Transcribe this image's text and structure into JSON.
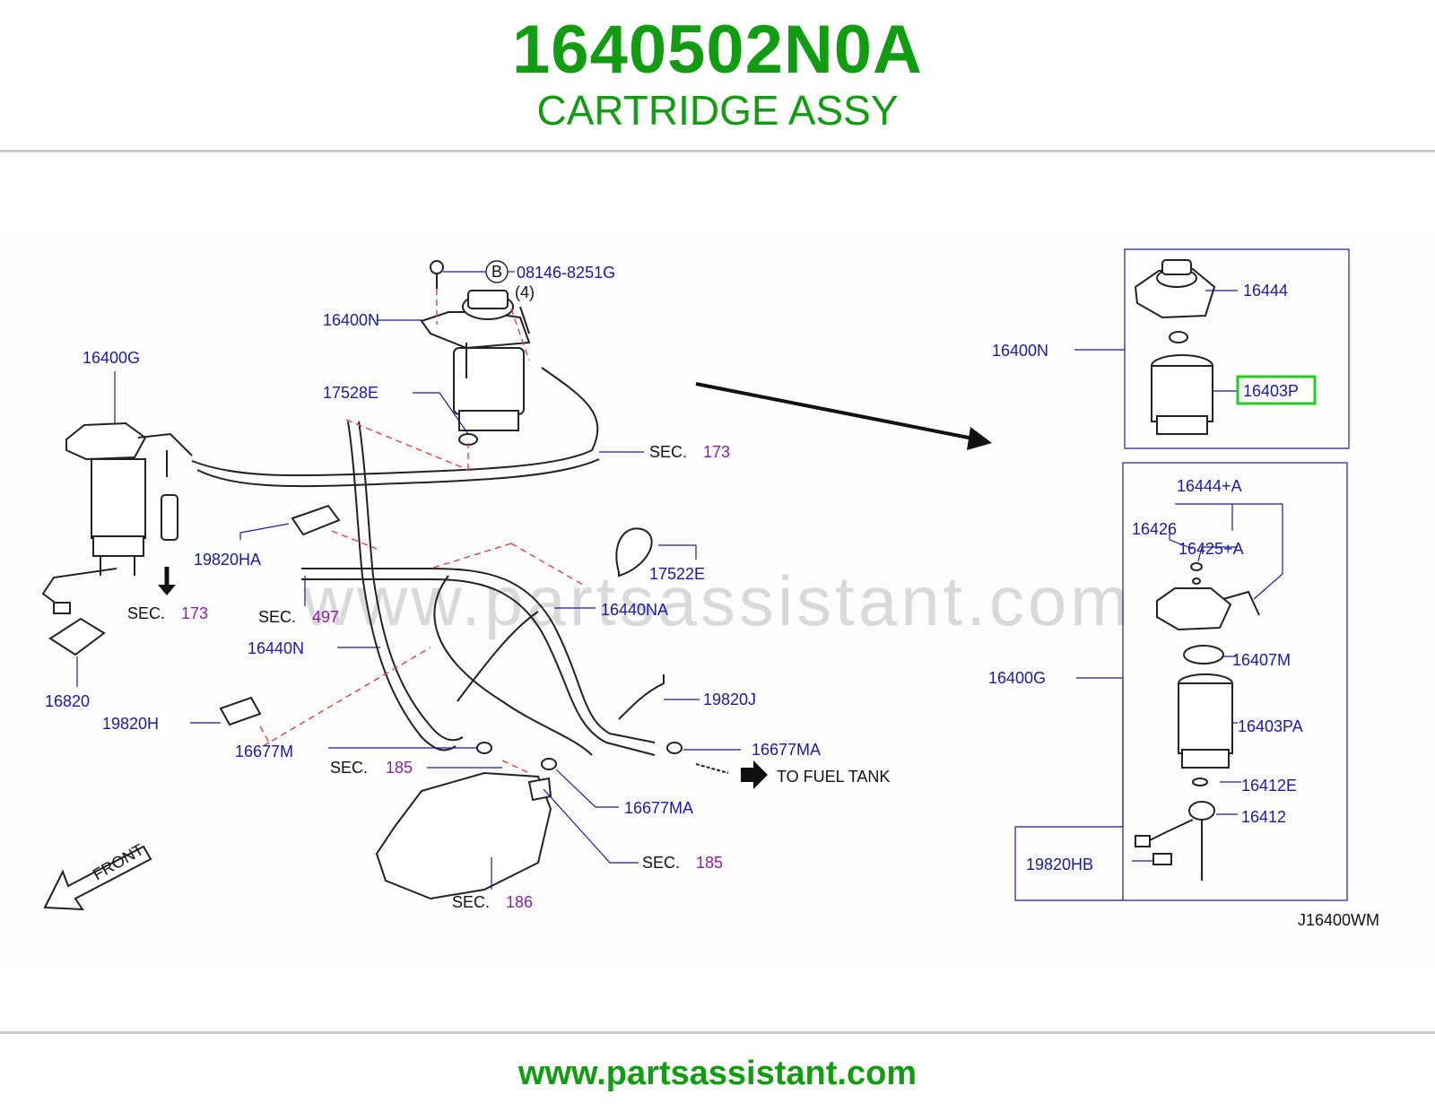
{
  "header": {
    "part_number": "1640502N0A",
    "part_name": "CARTRIDGE ASSY"
  },
  "footer": {
    "url": "www.partsassistant.com"
  },
  "watermark": "www.partsassistant.com",
  "diagram": {
    "code": "J16400WM",
    "highlight_color": "#22cc22",
    "labels": {
      "bolt_marker": "B",
      "bolt_part": "08146-8251G",
      "bolt_qty": "(4)",
      "p16400N_main": "16400N",
      "p16400G_main": "16400G",
      "p17528E": "17528E",
      "sec173_top": "SEC.",
      "sec173_top_num": "173",
      "sec173_left": "SEC.",
      "sec173_left_num": "173",
      "p19820HA": "19820HA",
      "sec497": "SEC.",
      "sec497_num": "497",
      "p17522E": "17522E",
      "p16440NA": "16440NA",
      "p16440N": "16440N",
      "p16820": "16820",
      "p19820J": "19820J",
      "p19820H": "19820H",
      "p16677M": "16677M",
      "p16677MA_right": "16677MA",
      "sec185_a": "SEC.",
      "sec185_a_num": "185",
      "to_fuel_tank": "TO  FUEL  TANK",
      "p16677MA_lower": "16677MA",
      "sec185_b": "SEC.",
      "sec185_b_num": "185",
      "sec186": "SEC.",
      "sec186_num": "186",
      "front": "FRONT",
      "inset_16444": "16444",
      "inset_16400N": "16400N",
      "inset_16403P": "16403P",
      "inset_16444A": "16444+A",
      "inset_16426": "16426",
      "inset_16425A": "16425+A",
      "inset_16400G": "16400G",
      "inset_16407M": "16407M",
      "inset_16403PA": "16403PA",
      "inset_16412E": "16412E",
      "inset_16412": "16412",
      "inset_19820HB": "19820HB"
    }
  }
}
